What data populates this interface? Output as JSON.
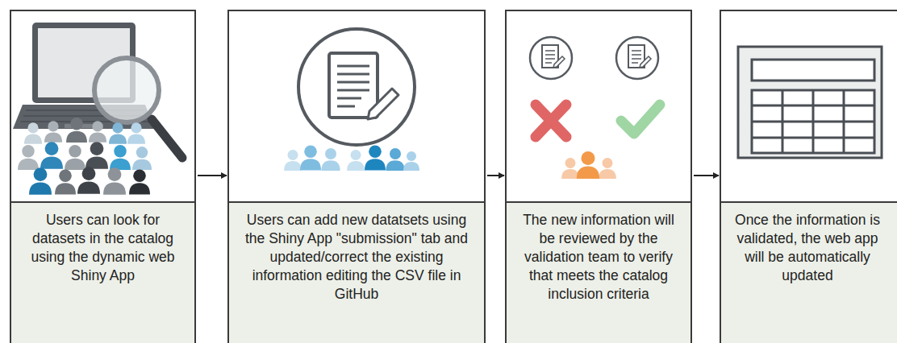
{
  "diagram": {
    "nodes": [
      {
        "text": [
          "Users can look for datasets in the catalog using the dynamic web Shiny App"
        ]
      },
      {
        "text": [
          "Users can add new datatsets using the Shiny App \"submission\" tab and updated/correct the existing information editing the CSV file in GitHub"
        ]
      },
      {
        "text": [
          "The new information will be reviewed by the validation team to verify that meets the catalog inclusion criteria"
        ]
      },
      {
        "text": [
          "Once the information is validated, the web app will be automatically updated"
        ]
      }
    ],
    "edges": [
      {
        "from": 0,
        "to": 1,
        "arrow": "to"
      },
      {
        "from": 1,
        "to": 2,
        "arrow": "to"
      },
      {
        "from": 2,
        "to": 3,
        "arrow": "to"
      }
    ]
  }
}
